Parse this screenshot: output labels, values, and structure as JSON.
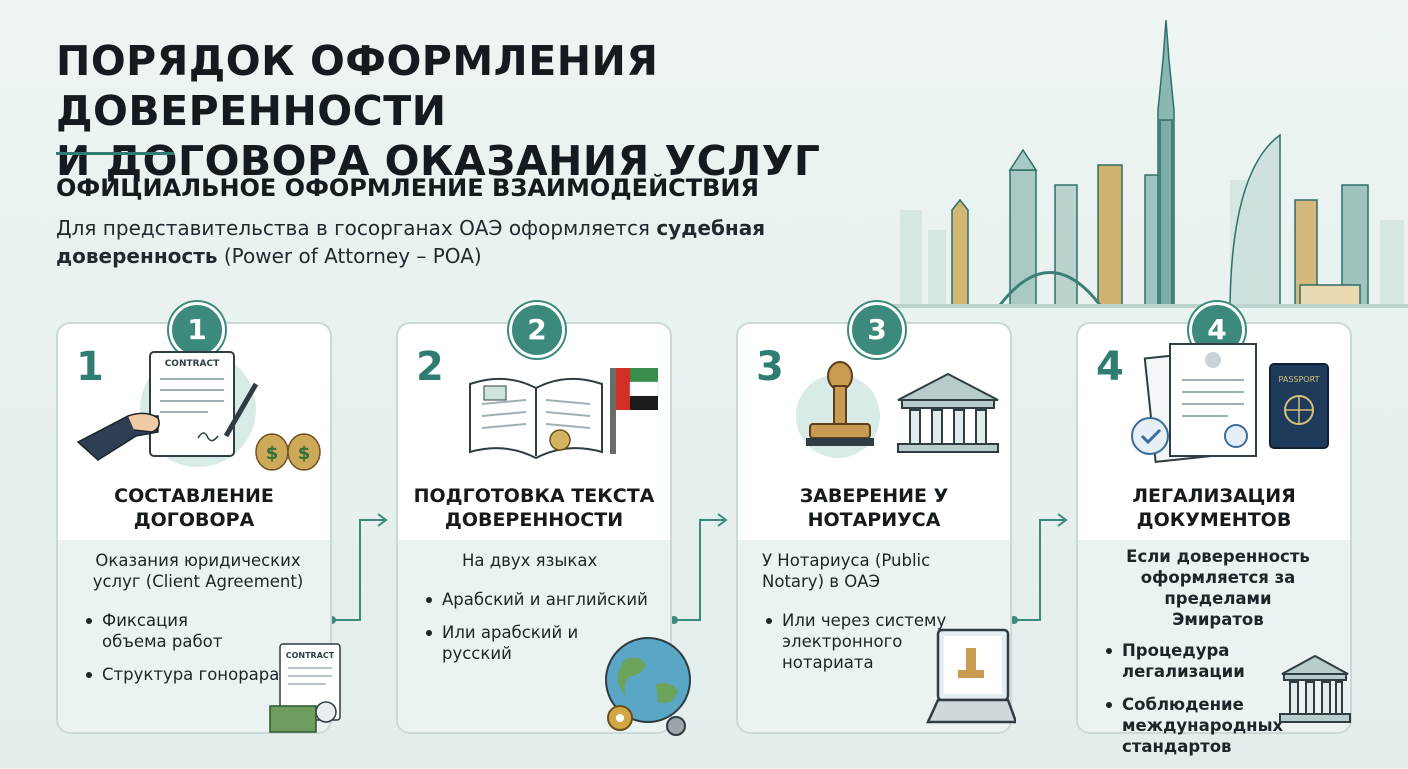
{
  "title_line1": "ПОРЯДОК ОФОРМЛЕНИЯ ДОВЕРЕННОСТИ",
  "title_line2": "И ДОГОВОРА ОКАЗАНИЯ УСЛУГ",
  "subtitle": "ОФИЦИАЛЬНОЕ ОФОРМЛЕНИЕ ВЗАИМОДЕЙСТВИЯ",
  "intro": {
    "part1": "Для представительства в госорганах ОАЭ оформляется ",
    "bold": "судебная доверенность",
    "part2": " (Power of Attorney – POA)"
  },
  "steps": [
    {
      "number": "1",
      "title": "СОСТАВЛЕНИЕ ДОГОВОРА",
      "lead": "Оказания юридических услуг (Client Agreement)",
      "bullets": [
        "Фиксация объема работ",
        "Структура гонорара"
      ],
      "label": "CONTRACT"
    },
    {
      "number": "2",
      "title": "ПОДГОТОВКА ТЕКСТА ДОВЕРЕННОСТИ",
      "lead": "На двух языках",
      "bullets": [
        "Арабский и английский",
        "Или арабский и русский"
      ]
    },
    {
      "number": "3",
      "title": "ЗАВЕРЕНИЕ У НОТАРИУСА",
      "lead": "У Нотариуса (Public Notary) в ОАЭ",
      "bullets": [
        "Или через систему электронного нотариата"
      ]
    },
    {
      "number": "4",
      "title": "ЛЕГАЛИЗАЦИЯ ДОКУМЕНТОВ",
      "lead": "Если доверенность оформляется за пределами Эмиратов",
      "bullets": [
        "Процедура легализации",
        "Соблюдение международных стандартов"
      ],
      "label": "PASSPORT"
    }
  ],
  "colors": {
    "accent": "#3b8a7c",
    "card_band": "#eaf3f1",
    "title": "#141a1e"
  }
}
